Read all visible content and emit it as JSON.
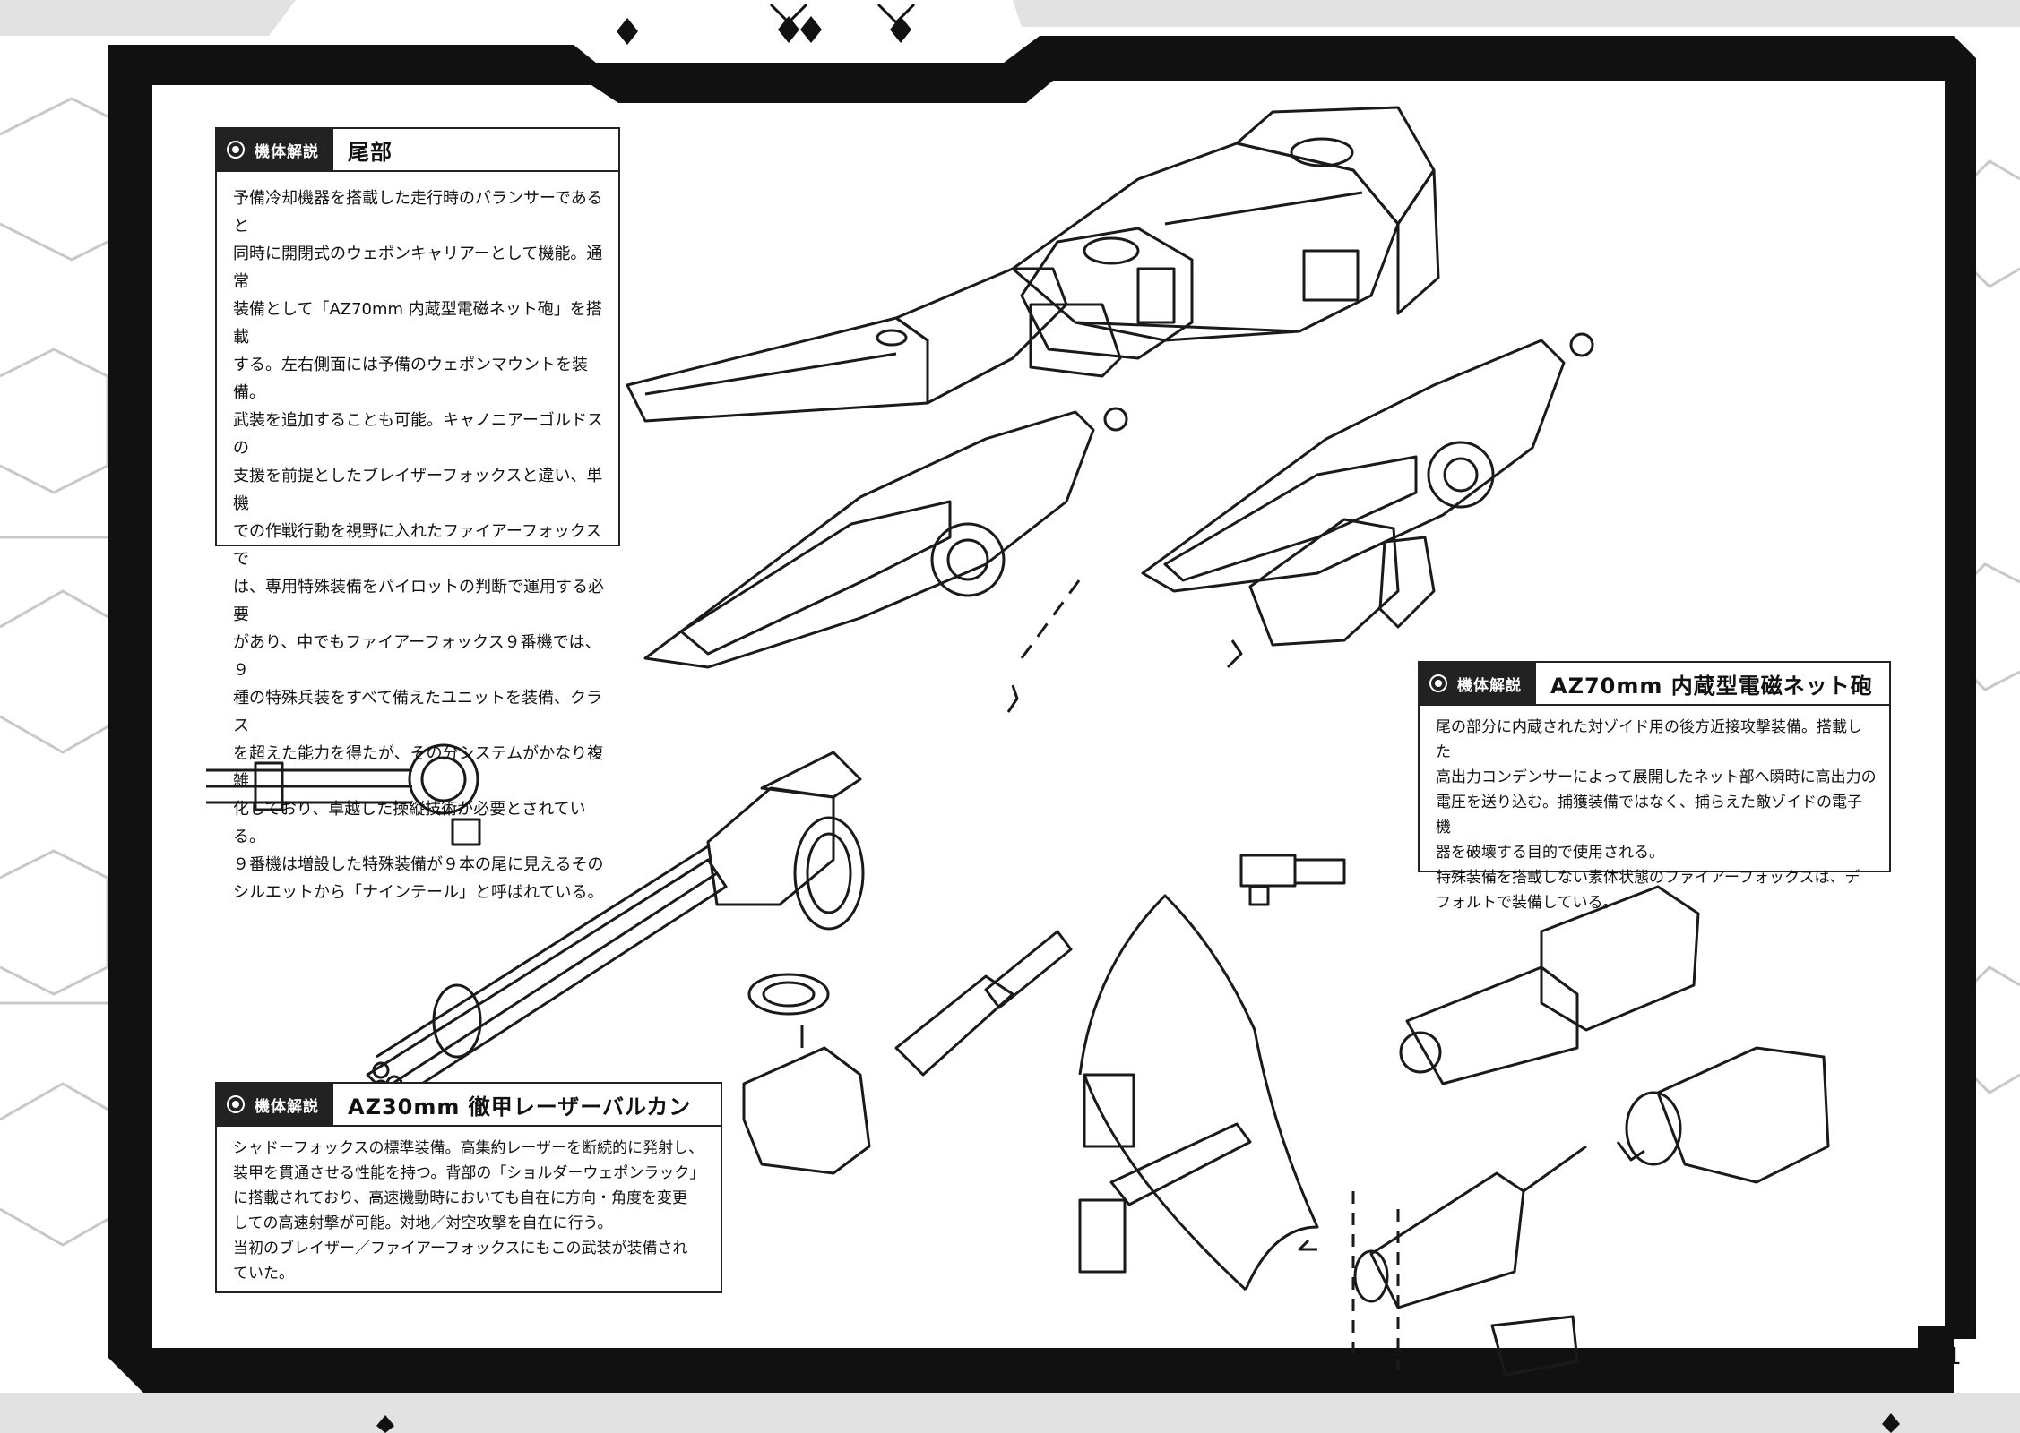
{
  "page_number": "131",
  "section_tag": "機体解説",
  "boxes": {
    "tail": {
      "title": "尾部",
      "lines": [
        "予備冷却機器を搭載した走行時のバランサーであると",
        "同時に開閉式のウェポンキャリアーとして機能。通常",
        "装備として「AZ70mm 内蔵型電磁ネット砲」を搭載",
        "する。左右側面には予備のウェポンマウントを装備。",
        "武装を追加することも可能。キャノニアーゴルドスの",
        "支援を前提としたブレイザーフォックスと違い、単機",
        "での作戦行動を視野に入れたファイアーフォックスで",
        "は、専用特殊装備をパイロットの判断で運用する必要",
        "があり、中でもファイアーフォックス９番機では、９",
        "種の特殊兵装をすべて備えたユニットを装備、クラス",
        "を超えた能力を得たが、その分システムがかなり複雑",
        "化しており、卓越した操縦技術が必要とされている。",
        "９番機は増設した特殊装備が９本の尾に見えるその",
        "シルエットから「ナインテール」と呼ばれている。"
      ]
    },
    "net_cannon": {
      "title": "AZ70mm 内蔵型電磁ネット砲",
      "lines": [
        "尾の部分に内蔵された対ゾイド用の後方近接攻撃装備。搭載した",
        "高出力コンデンサーによって展開したネット部へ瞬時に高出力の",
        "電圧を送り込む。捕獲装備ではなく、捕らえた敵ゾイドの電子機",
        "器を破壊する目的で使用される。",
        "特殊装備を搭載しない素体状態のファイアーフォックスは、デ",
        "フォルトで装備している。"
      ]
    },
    "vulcan": {
      "title": "AZ30mm 徹甲レーザーバルカン",
      "lines": [
        "シャドーフォックスの標準装備。高集約レーザーを断続的に発射し、",
        "装甲を貫通させる性能を持つ。背部の「ショルダーウェポンラック」",
        "に搭載されており、高速機動時においても自在に方向・角度を変更",
        "しての高速射撃が可能。対地／対空攻撃を自在に行う。",
        "当初のブレイザー／ファイアーフォックスにもこの武装が装備され",
        "ていた。"
      ]
    }
  }
}
